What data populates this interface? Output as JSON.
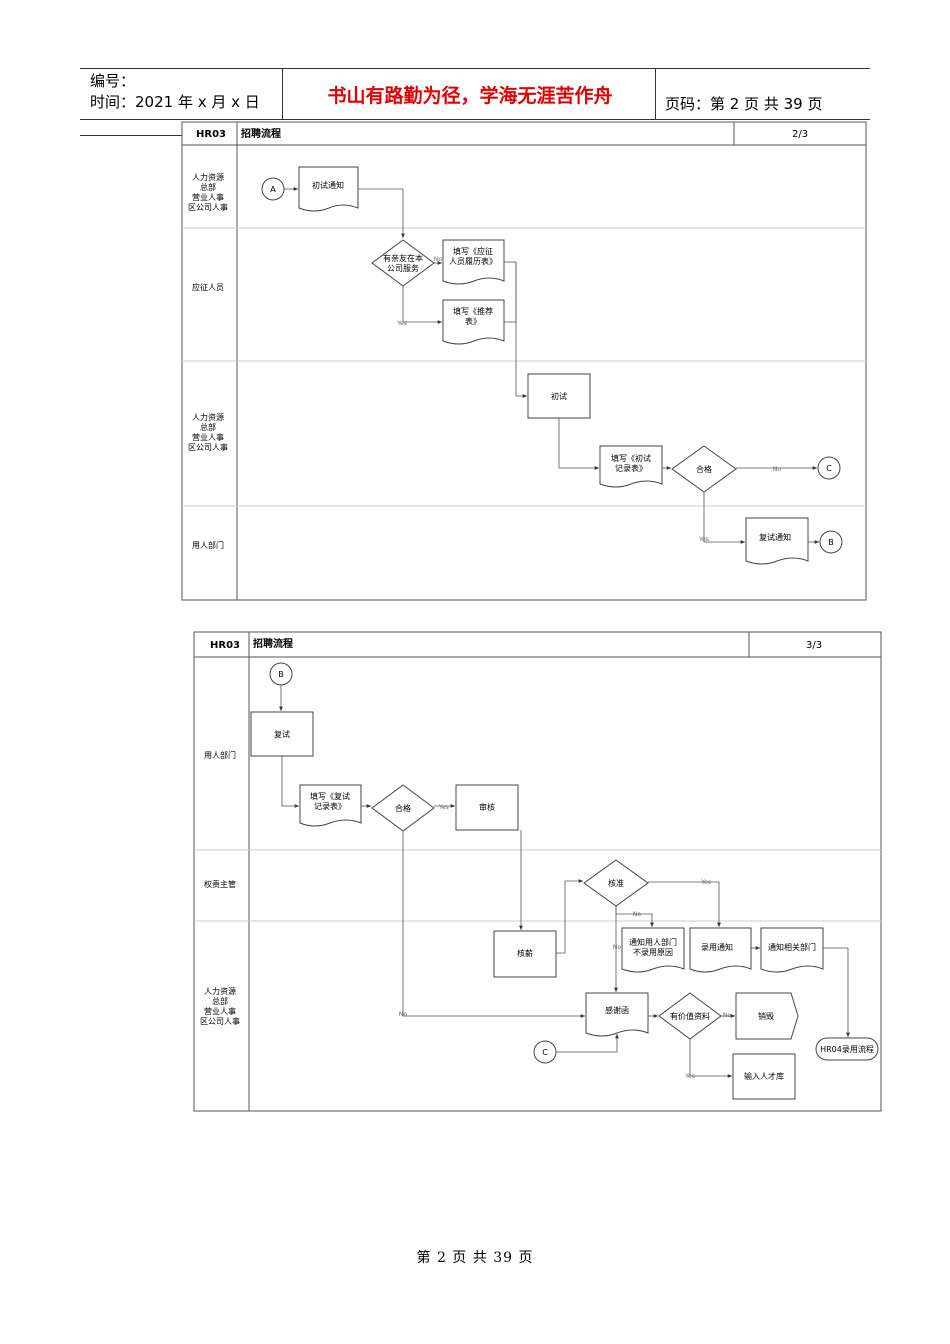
{
  "header": {
    "number_label": "编号：",
    "time_label": "时间：2021 年 x 月 x 日",
    "motto": "书山有路勤为径，学海无涯苦作舟",
    "page_label": "页码：第 2 页  共 39 页"
  },
  "chart1": {
    "code": "HR03",
    "title": "招聘流程",
    "page": "2/3",
    "lanes": [
      [
        "人力资源",
        "总部",
        "营业人事",
        "区公司人事"
      ],
      [
        "应征人员"
      ],
      [
        "人力资源",
        "总部",
        "营业人事",
        "区公司人事"
      ],
      [
        "用人部门"
      ]
    ],
    "nodes": {
      "a": "A",
      "first_notice": "初试通知",
      "decision_friend": [
        "有亲友在本",
        "公司服务"
      ],
      "fill_form": [
        "填写《应征",
        "人员履历表》"
      ],
      "fill_recommend": [
        "填写《推荐",
        "表》"
      ],
      "first_interview": "初试",
      "fill_first_record": [
        "填写《初试",
        "记录表》"
      ],
      "qualified": "合格",
      "c": "C",
      "retest_notice": "复试通知",
      "b": "B"
    },
    "labels": {
      "no1": "No",
      "yes1": "Yes",
      "no2": "No",
      "yes2": "Yes"
    }
  },
  "chart2": {
    "code": "HR03",
    "title": "招聘流程",
    "page": "3/3",
    "lanes": [
      [
        "用人部门"
      ],
      [
        "权责主管"
      ],
      [
        "人力资源",
        "总部",
        "营业人事",
        "区公司人事"
      ]
    ],
    "nodes": {
      "b": "B",
      "retest": "复试",
      "fill_retest_record": [
        "填写《复试",
        "记录表》"
      ],
      "qualified": "合格",
      "review": "审核",
      "approve": "核准",
      "salary": "核薪",
      "notify_reject": [
        "通知用人部门",
        "不录用原因"
      ],
      "hire_notice": "录用通知",
      "notify_dept": "通知相关部门",
      "thanks": "感谢函",
      "valuable": "有价值资料",
      "destroy": "销毁",
      "c": "C",
      "talent_db": "输入人才库",
      "hr04": "HR04录用流程"
    },
    "labels": {
      "yes1": "Yes",
      "no1": "No",
      "yes2": "Yes",
      "no2": "No",
      "no3": "No",
      "no4": "No",
      "yes3": "Yes"
    }
  },
  "footer": {
    "text": "第 2 页 共 39 页"
  }
}
